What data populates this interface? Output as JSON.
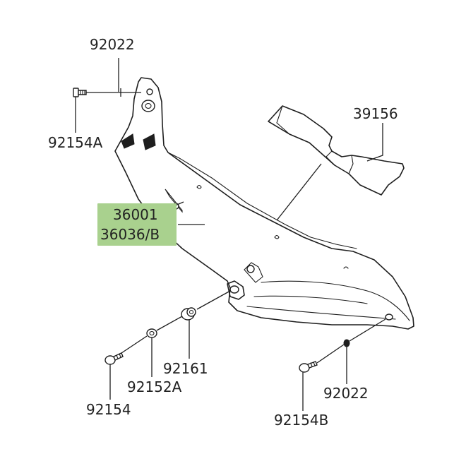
{
  "colors": {
    "highlight": "#a9d18e",
    "line": "#1e1e1e",
    "background": "#ffffff"
  },
  "callouts": {
    "bolt_top_label": "92022",
    "bolt_a_label": "92154A",
    "cover_rear_label": "39156",
    "main_part_1": "36001",
    "main_part_2": "36036/B",
    "grommet_label": "92161",
    "collar_label": "92152A",
    "bolt_label": "92154",
    "nut_right_label": "92022",
    "bolt_b_label": "92154B"
  }
}
